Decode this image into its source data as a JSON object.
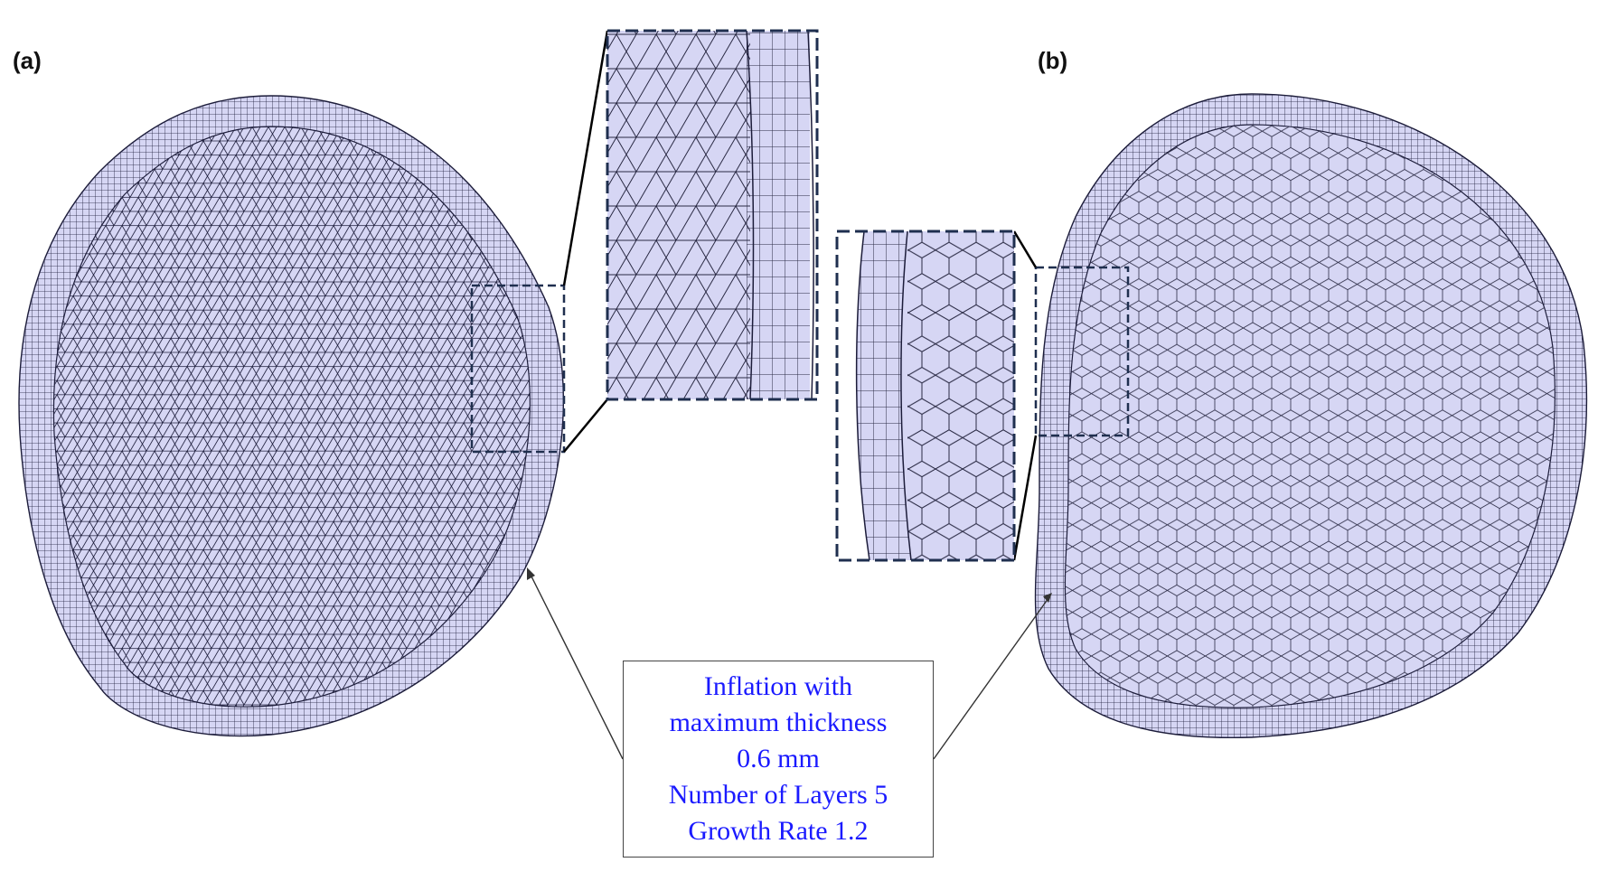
{
  "panels": {
    "a": {
      "label": "(a)"
    },
    "b": {
      "label": "(b)"
    }
  },
  "callout": {
    "lines": [
      "Inflation with",
      "maximum thickness",
      "0.6 mm",
      "Number of Layers 5",
      "Growth Rate 1.2"
    ]
  },
  "colors": {
    "mesh_fill": "#d6d6f4",
    "mesh_line": "#1c1c3a",
    "zoom_frame": "#1f2f4f",
    "callout_text": "#1a1aff"
  }
}
